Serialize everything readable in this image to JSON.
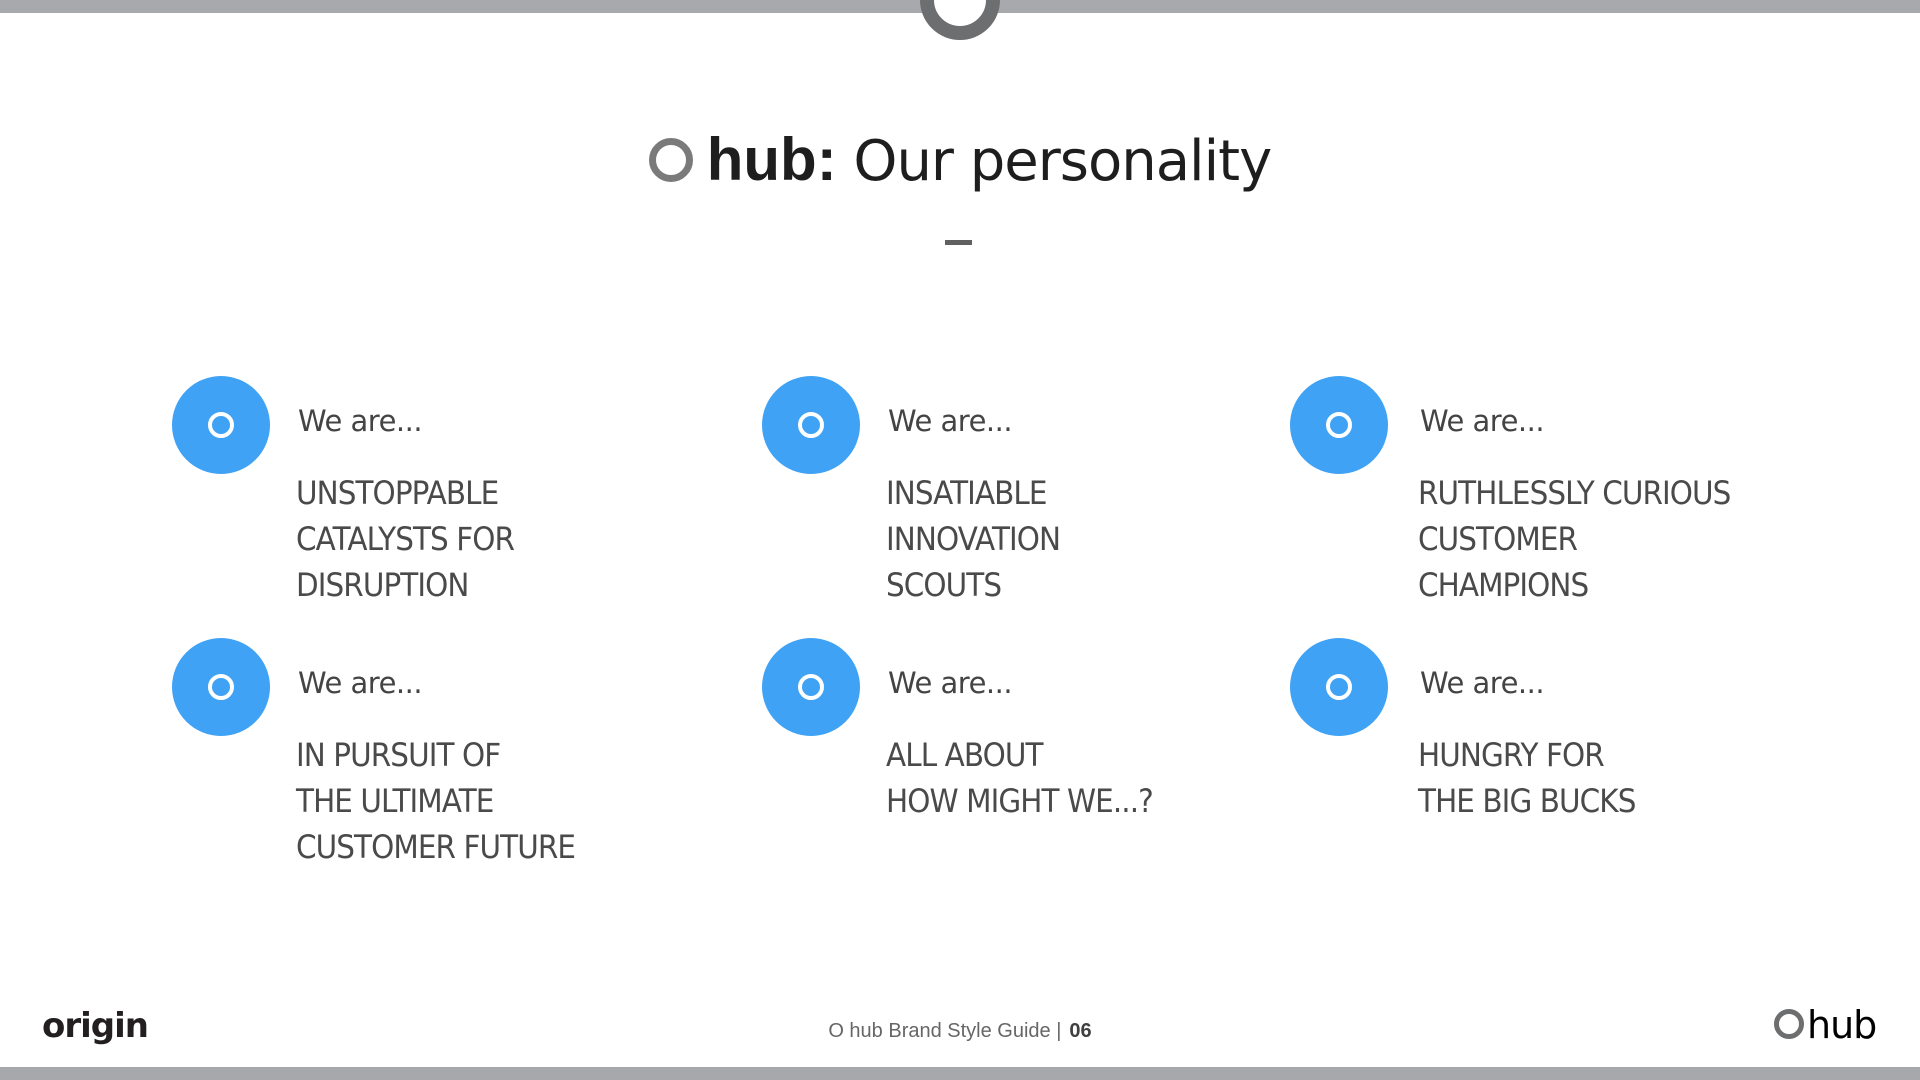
{
  "header": {
    "title_brand": "hub:",
    "title_rest": "Our personality",
    "logo_mark": "o-ring-icon"
  },
  "colors": {
    "accent_blue": "#3fa2f5",
    "bar_gray": "#a7a9ac",
    "ring_gray": "#6d6e70",
    "text_dark": "#4a4a4a"
  },
  "traits": [
    {
      "lead": "We are...",
      "lines": [
        "UNSTOPPABLE",
        "CATALYSTS FOR",
        "DISRUPTION"
      ]
    },
    {
      "lead": "We are...",
      "lines": [
        "INSATIABLE",
        "INNOVATION",
        "SCOUTS"
      ]
    },
    {
      "lead": "We are...",
      "lines": [
        "RUTHLESSLY CURIOUS",
        "CUSTOMER",
        "CHAMPIONS"
      ]
    },
    {
      "lead": "We are...",
      "lines": [
        "IN PURSUIT OF",
        "THE ULTIMATE",
        "CUSTOMER FUTURE"
      ]
    },
    {
      "lead": "We are...",
      "lines": [
        "ALL ABOUT",
        "HOW MIGHT WE...?"
      ]
    },
    {
      "lead": "We are...",
      "lines": [
        "HUNGRY FOR",
        "THE BIG BUCKS"
      ]
    }
  ],
  "footer": {
    "left_logo": "origin",
    "center_text": "O hub Brand Style Guide |",
    "page_number": "06",
    "right_logo_word": "hub"
  }
}
